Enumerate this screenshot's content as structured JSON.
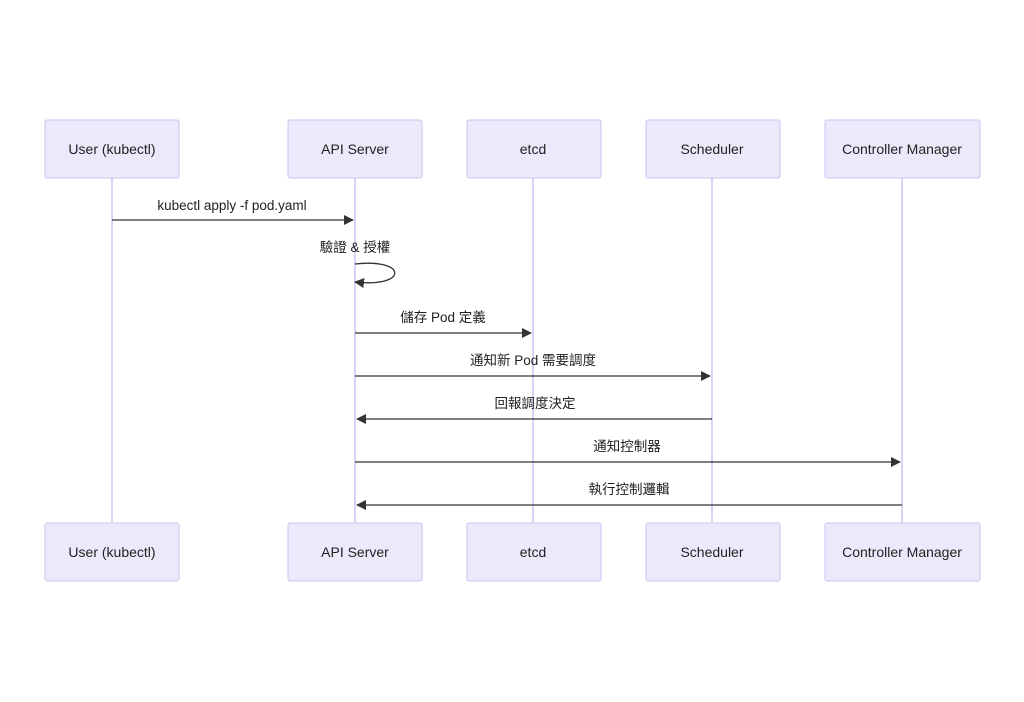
{
  "participants": [
    {
      "id": "user",
      "label": "User (kubectl)"
    },
    {
      "id": "api",
      "label": "API Server"
    },
    {
      "id": "etcd",
      "label": "etcd"
    },
    {
      "id": "scheduler",
      "label": "Scheduler"
    },
    {
      "id": "controller",
      "label": "Controller Manager"
    }
  ],
  "messages": [
    {
      "from": "user",
      "to": "api",
      "label": "kubectl apply -f pod.yaml"
    },
    {
      "from": "api",
      "to": "api",
      "label": "驗證 & 授權"
    },
    {
      "from": "api",
      "to": "etcd",
      "label": "儲存 Pod 定義"
    },
    {
      "from": "api",
      "to": "scheduler",
      "label": "通知新 Pod 需要調度"
    },
    {
      "from": "scheduler",
      "to": "api",
      "label": "回報調度決定"
    },
    {
      "from": "api",
      "to": "controller",
      "label": "通知控制器"
    },
    {
      "from": "controller",
      "to": "api",
      "label": "執行控制邏輯"
    }
  ],
  "colors": {
    "actor_fill": "#eaeafa",
    "actor_border": "#c9c6f0",
    "lifeline": "#d6d3f5",
    "arrow": "#333333"
  }
}
